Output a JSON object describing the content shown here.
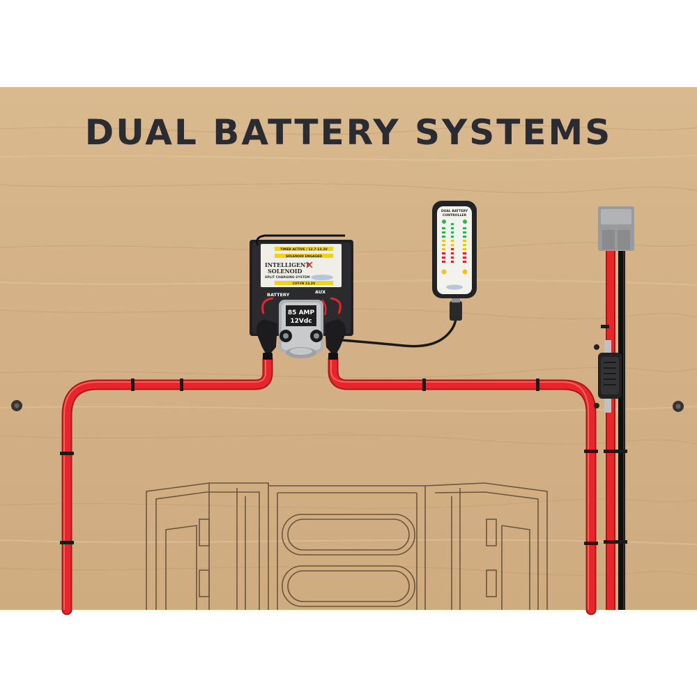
{
  "board": {
    "title": "DUAL BATTERY SYSTEMS"
  },
  "solenoid": {
    "strip_top": "TIMER ACTIVE / 12.7-13.2V",
    "strip_mid": "SOLENOID ENGAGED",
    "brand_line1": "INTELLIGENT",
    "brand_line2": "SOLENOID",
    "subtitle": "SPLIT CHARGING SYSTEM",
    "strip_bottom": "CUT-IN 13.2V",
    "left_terminal_label": "BATTERY",
    "right_terminal_label": "AUX",
    "rating_line1": "85 AMP",
    "rating_line2": "12Vdc"
  },
  "controller": {
    "label_line1": "DUAL BATTERY",
    "label_line2": "CONTROLLER"
  },
  "colors": {
    "wood": "#d4b187",
    "title_text": "#2b2c31",
    "cable_red": "#e8252a",
    "cable_black": "#1c1c1c",
    "housing_black": "#27272a",
    "anderson_grey": "#9a9b9d",
    "led_green": "#33b34a",
    "led_yellow": "#f2c318",
    "led_red": "#e02424"
  }
}
